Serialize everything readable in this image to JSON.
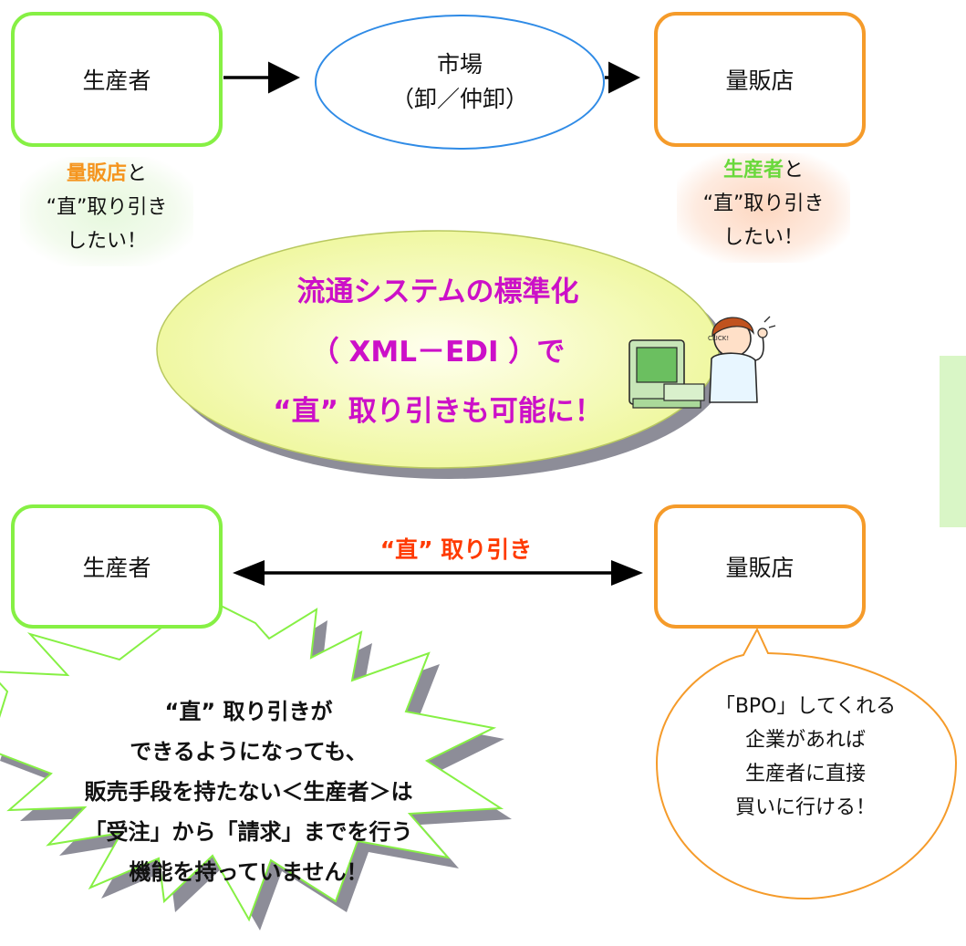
{
  "top": {
    "producer": "生産者",
    "market_line1": "市場",
    "market_line2": "（卸／仲卸）",
    "retailer": "量販店"
  },
  "notes": {
    "left_hl": "量販店",
    "left_rest": "と",
    "left_line2": "“直”取り引き",
    "left_line3": "したい！",
    "right_hl": "生産者",
    "right_rest": "と",
    "right_line2": "“直”取り引き",
    "right_line3": "したい！"
  },
  "center": {
    "line1": "流通システムの標準化",
    "line2": "（ XML－EDI ）で",
    "line3": "“直” 取り引きも可能に！"
  },
  "bottom": {
    "producer": "生産者",
    "retailer": "量販店",
    "direct_label": "“直” 取り引き"
  },
  "burst": {
    "line1": "“直” 取り引きが",
    "line2": "できるようになっても、",
    "line3": "販売手段を持たない＜生産者＞は",
    "line4": "「受注」から「請求」までを行う",
    "line5": "機能を持っていません！"
  },
  "bubble": {
    "line1": "「BPO」してくれる",
    "line2": "企業があれば",
    "line3": "生産者に直接",
    "line4": "買いに行ける！"
  },
  "colors": {
    "green_border": "#86f044",
    "orange_border": "#f59b2a",
    "market_border": "#2f8be6",
    "center_text": "#cc10c8",
    "direct_label": "#ff3a00",
    "burst_border": "#86f044",
    "bubble_border": "#f59b2a"
  },
  "icons": [
    "person-at-computer-icon"
  ]
}
